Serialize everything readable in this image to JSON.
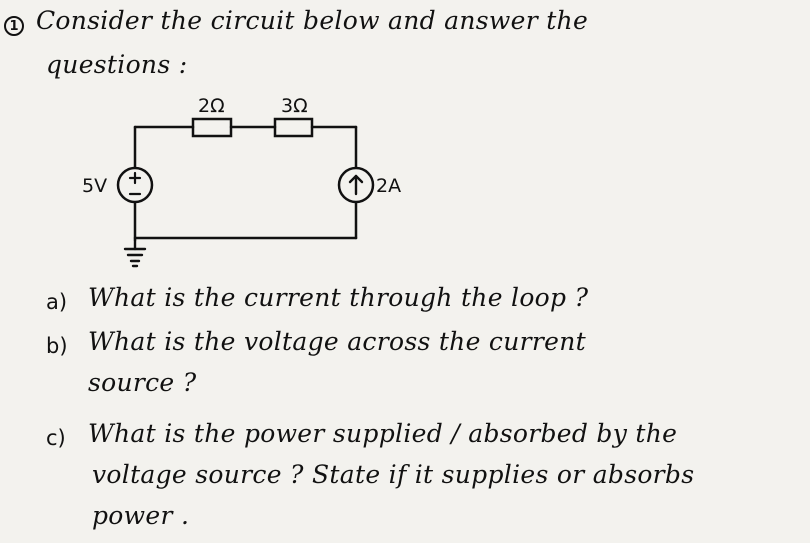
{
  "problem": {
    "number": "1",
    "intro_line1": "Consider  the  circuit  below  and  answer  the",
    "intro_line2": "questions :"
  },
  "circuit": {
    "resistor1_label": "2Ω",
    "resistor2_label": "3Ω",
    "voltage_source_label": "5V",
    "current_source_label": "2A"
  },
  "questions": [
    {
      "marker": "a)",
      "line1": "What  is  the  current  through  the  loop ?"
    },
    {
      "marker": "b)",
      "line1": "What  is  the  voltage  across  the  current",
      "line2": "source ?"
    },
    {
      "marker": "c)",
      "line1": "What  is  the  power  supplied / absorbed  by  the",
      "line2": "voltage  source ?  State  if  it  supplies  or  absorbs",
      "line3": "power ."
    }
  ]
}
